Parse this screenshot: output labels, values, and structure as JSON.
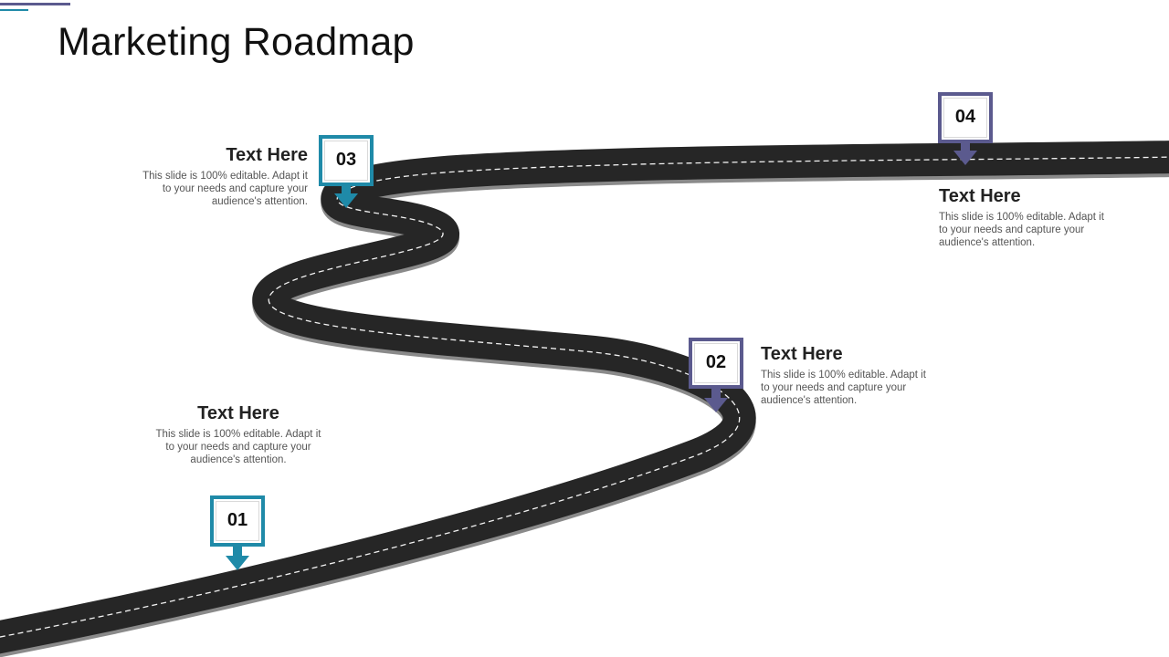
{
  "title": "Marketing Roadmap",
  "colors": {
    "teal": "#1f8aa8",
    "purple": "#5b5a8e",
    "road": "#262626"
  },
  "milestones": [
    {
      "number": "01",
      "heading": "Text Here",
      "body": "This slide is 100% editable. Adapt it to your needs and capture your audience's attention."
    },
    {
      "number": "02",
      "heading": "Text Here",
      "body": "This slide is 100% editable. Adapt it to your needs and capture your audience's attention."
    },
    {
      "number": "03",
      "heading": "Text Here",
      "body": "This slide is 100% editable. Adapt it to your needs and capture your audience's attention."
    },
    {
      "number": "04",
      "heading": "Text Here",
      "body": "This slide is 100% editable. Adapt it to your needs and capture your audience's attention."
    }
  ]
}
